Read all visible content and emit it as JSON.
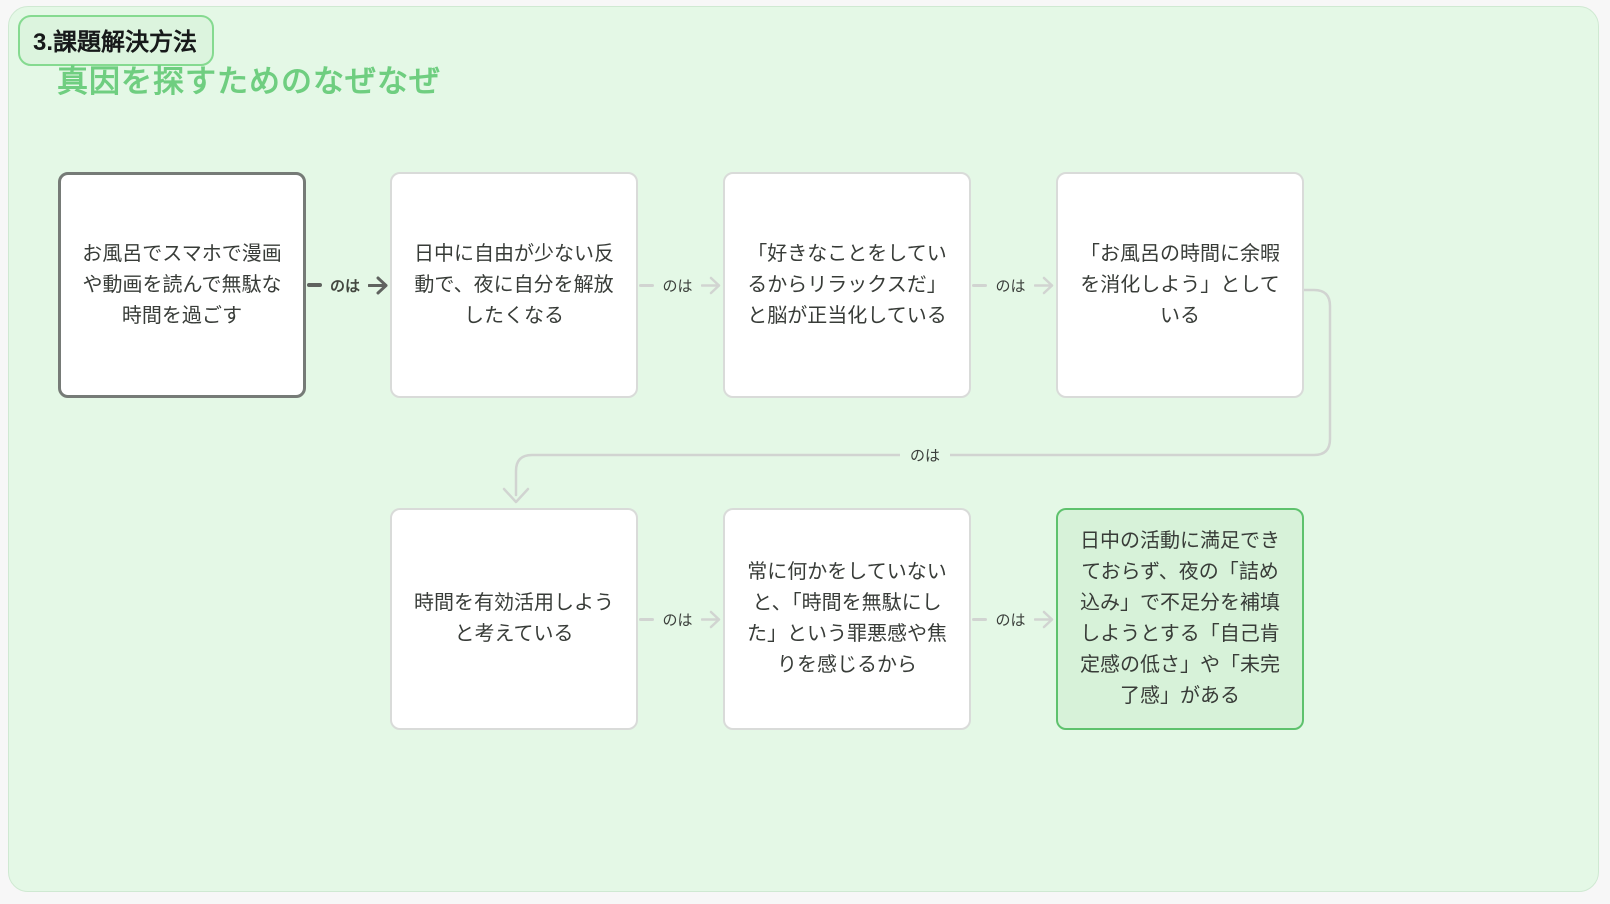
{
  "page": {
    "badge_label": "3.課題解決方法",
    "title": "真因を探すためのなぜなぜ"
  },
  "colors": {
    "board_background": "#e4f8e6",
    "board_border": "#cfe9d2",
    "title_green": "#6fce80",
    "badge_border_green": "#85da90",
    "badge_background": "#dcf4de",
    "node_background": "#ffffff",
    "node_border_default": "#d9dbd9",
    "node_border_start": "#767b77",
    "highlight_node_background": "#d7f2d9",
    "highlight_node_border": "#5ec26d",
    "connector_light_gray": "#d1d4d1",
    "connector_dark_gray": "#5f635f",
    "node_text": "#383c38"
  },
  "flow": {
    "connector_label": "のは",
    "nodes": [
      {
        "text": "お風呂でスマホで漫画や動画を読んで無駄な時間を過ごす"
      },
      {
        "text": "日中に自由が少ない反動で、夜に自分を解放したくなる"
      },
      {
        "text": "「好きなことをしているからリラックスだ」と脳が正当化している"
      },
      {
        "text": "「お風呂の時間に余暇を消化しよう」としている"
      },
      {
        "text": "時間を有効活用しようと考えている"
      },
      {
        "text": "常に何かをしていないと、「時間を無駄にした」という罪悪感や焦りを感じるから"
      },
      {
        "text": "日中の活動に満足できておらず、夜の「詰め込み」で不足分を補填しようとする「自己肯定感の低さ」や「未完了感」がある"
      }
    ]
  }
}
